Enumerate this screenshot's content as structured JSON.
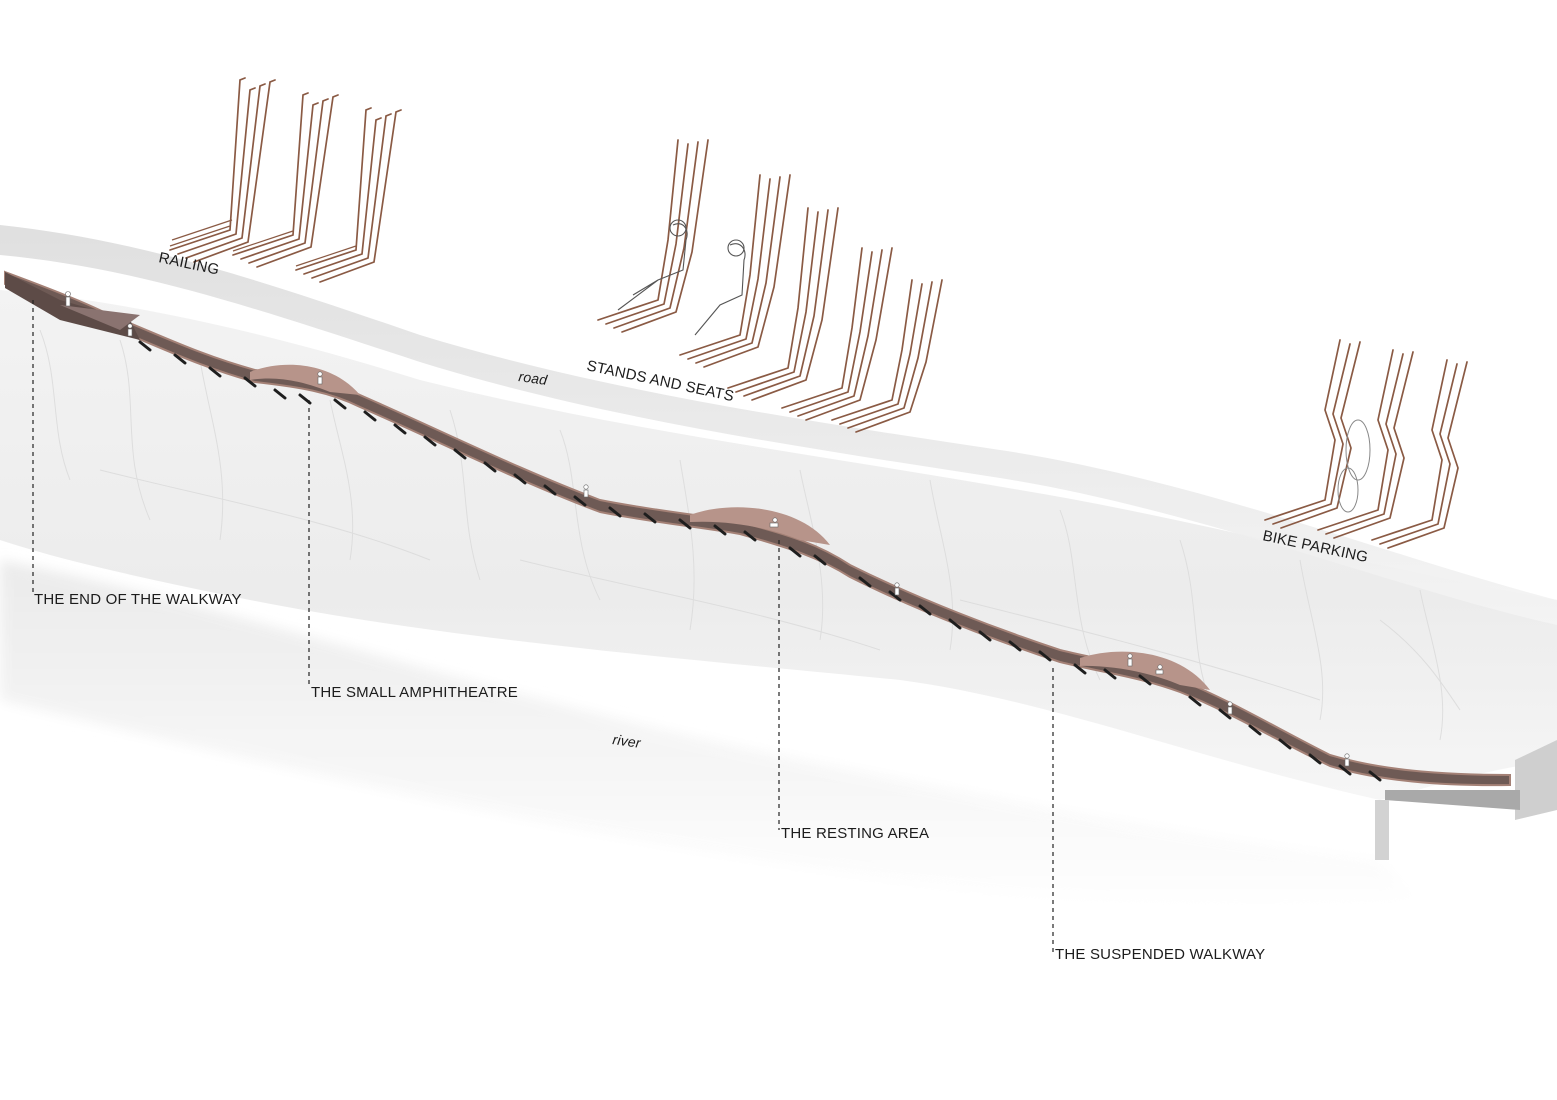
{
  "labels": {
    "railing": "RAILING",
    "stands_and_seats": "STANDS AND SEATS",
    "bike_parking": "BIKE PARKING",
    "road": "road",
    "river": "river",
    "end_of_walkway": "THE END OF THE WALKWAY",
    "small_amphitheatre": "THE SMALL AMPHITHEATRE",
    "resting_area": "THE RESTING AREA",
    "suspended_walkway": "THE SUSPENDED WALKWAY"
  },
  "colors": {
    "walkway_deck": "#6e5a55",
    "walkway_edge": "#a48176",
    "furniture_rods": "#8a5a44",
    "road_band": "#e8e8e8",
    "rock_face": "#eeeeee",
    "river_haze": "#f0f0f0",
    "callout_line": "#222222",
    "text": "#1c1c1c"
  }
}
